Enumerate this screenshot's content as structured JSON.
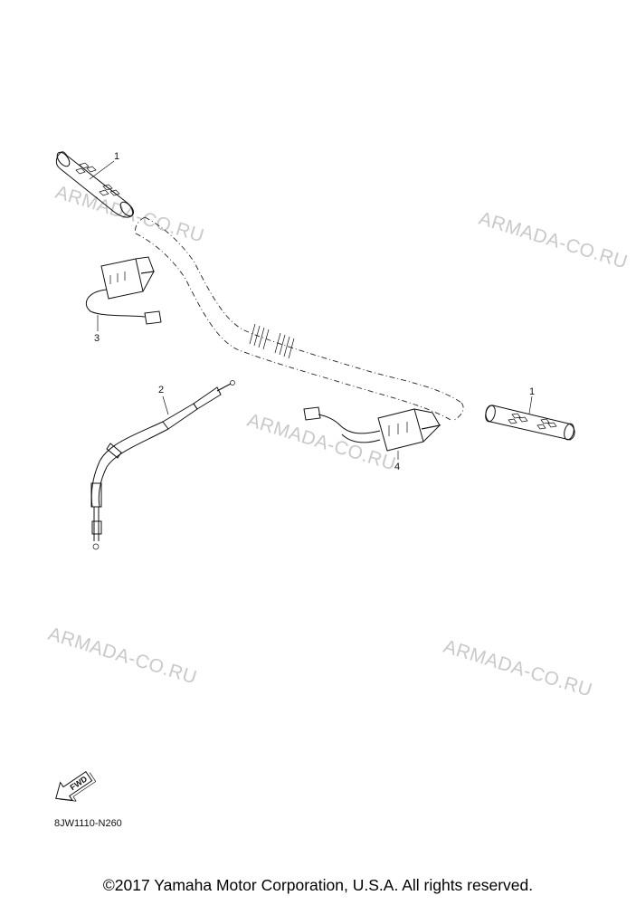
{
  "watermark": "ARMADA-CO.RU",
  "callouts": {
    "grip_left": "1",
    "grip_right": "1",
    "cable": "2",
    "heater_left": "3",
    "heater_right": "4"
  },
  "fwd_label": "FWD",
  "diagram_ref": "8JW1110-N260",
  "copyright": "©2017 Yamaha Motor Corporation, U.S.A. All rights reserved."
}
